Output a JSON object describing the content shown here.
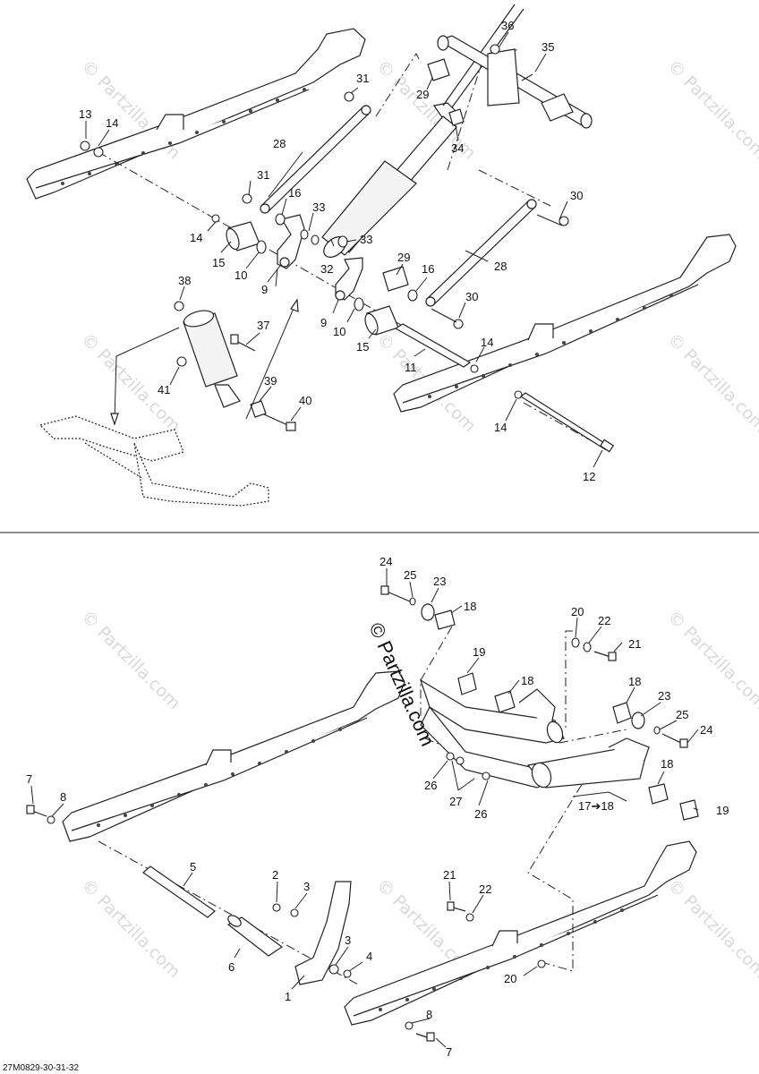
{
  "watermark": {
    "text": "© Partzilla.com"
  },
  "brand_overlay": {
    "text": "© Partzilla.com"
  },
  "diagram_code": "27M0829-30-31-32",
  "callouts": {
    "c1": "1",
    "c2": "2",
    "c3a": "3",
    "c3b": "3",
    "c4": "4",
    "c5": "5",
    "c6": "6",
    "c7a": "7",
    "c7b": "7",
    "c8a": "8",
    "c8b": "8",
    "c9a": "9",
    "c9b": "9",
    "c10a": "10",
    "c10b": "10",
    "c11": "11",
    "c12": "12",
    "c13": "13",
    "c14a": "14",
    "c14b": "14",
    "c14c": "14",
    "c14d": "14",
    "c15a": "15",
    "c15b": "15",
    "c16a": "16",
    "c16b": "16",
    "c17": "17➔18",
    "c18a": "18",
    "c18b": "18",
    "c18c": "18",
    "c18d": "18",
    "c19a": "19",
    "c19b": "19",
    "c20a": "20",
    "c20b": "20",
    "c21a": "21",
    "c21b": "21",
    "c22a": "22",
    "c22b": "22",
    "c23a": "23",
    "c23b": "23",
    "c24a": "24",
    "c24b": "24",
    "c25a": "25",
    "c25b": "25",
    "c26a": "26",
    "c26b": "26",
    "c27": "27",
    "c28a": "28",
    "c28b": "28",
    "c29a": "29",
    "c29b": "29",
    "c30a": "30",
    "c30b": "30",
    "c31a": "31",
    "c31b": "31",
    "c32": "32",
    "c33a": "33",
    "c33b": "33",
    "c34": "34",
    "c35": "35",
    "c36": "36",
    "c37": "37",
    "c38": "38",
    "c39": "39",
    "c40": "40",
    "c41": "41"
  }
}
